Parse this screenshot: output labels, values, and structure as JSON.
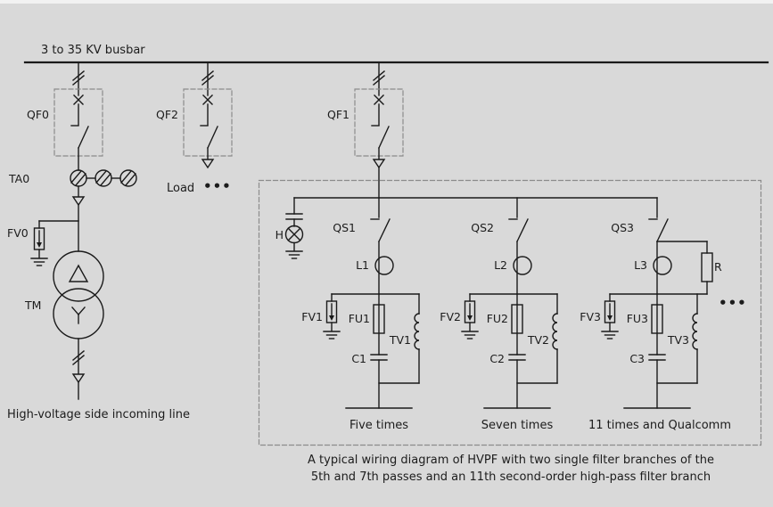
{
  "colors": {
    "background": "#d9d9d9",
    "line": "#1a1a1a",
    "dashed_box": "#8c8c8c"
  },
  "busbar": {
    "label": "3 to 35 KV busbar"
  },
  "breakers": {
    "qf0": "QF0",
    "qf2": "QF2",
    "qf1": "QF1"
  },
  "incoming": {
    "ta0": "TA0",
    "fv0": "FV0",
    "tm": "TM",
    "caption": "High-voltage side incoming line"
  },
  "load": {
    "label": "Load",
    "dots": "•••"
  },
  "filter": {
    "lamp": "H",
    "r": "R",
    "dots": "•••",
    "branches": [
      {
        "qs": "QS1",
        "l": "L1",
        "fv": "FV1",
        "fu": "FU1",
        "c": "C1",
        "tv": "TV1",
        "caption": "Five times"
      },
      {
        "qs": "QS2",
        "l": "L2",
        "fv": "FV2",
        "fu": "FU2",
        "c": "C2",
        "tv": "TV2",
        "caption": "Seven times"
      },
      {
        "qs": "QS3",
        "l": "L3",
        "fv": "FV3",
        "fu": "FU3",
        "c": "C3",
        "tv": "TV3",
        "caption": "11 times and Qualcomm"
      }
    ]
  },
  "caption": {
    "line1": "A typical wiring diagram of HVPF with two single filter branches of the",
    "line2": "5th and 7th passes and an 11th second-order high-pass filter branch"
  }
}
